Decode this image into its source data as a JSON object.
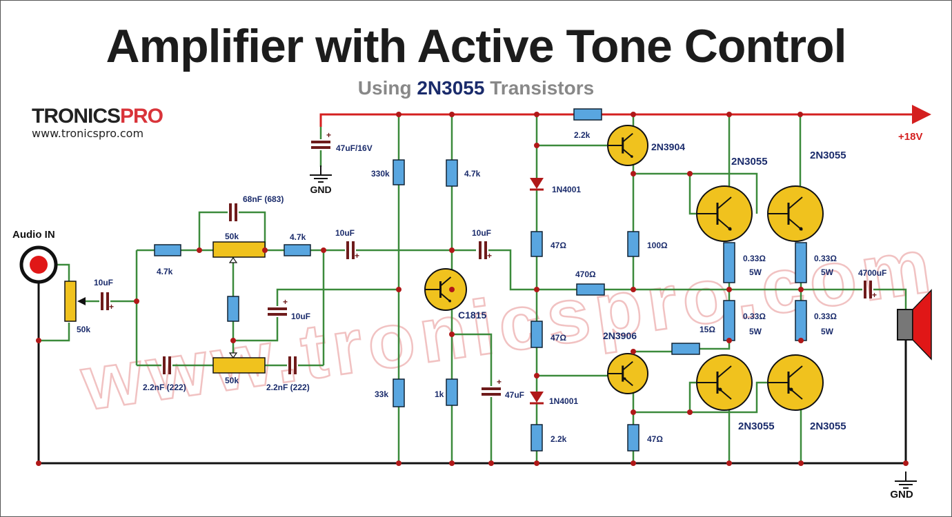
{
  "header": {
    "title": "Amplifier with Active Tone Control",
    "subtitle_prefix": "Using",
    "subtitle_highlight": "2N3055",
    "subtitle_suffix": "Transistors"
  },
  "logo": {
    "brand_main": "TRONICS",
    "brand_accent": "PRO",
    "url": "www.tronicspro.com"
  },
  "watermark": "www.tronicspro.com",
  "labels": {
    "audio_in": "Audio IN",
    "pot_input": "50k",
    "cap_in": "10uF",
    "r_47k_a": "4.7k",
    "cap_68n": "68nF (683)",
    "pot_bass": "50k",
    "r_47k_b": "4.7k",
    "cap_10u_b": "10uF",
    "cap_10u_c": "10uF",
    "cap_10u_mid": "10uF",
    "cap_22n_a": "2.2nF (222)",
    "pot_treble": "50k",
    "cap_22n_b": "2.2nF (222)",
    "cap_47u16": "47uF/16V",
    "gnd_top": "GND",
    "r_330k": "330k",
    "r_47k_c": "4.7k",
    "r_33k": "33k",
    "r_1k": "1k",
    "cap_47u": "47uF",
    "q_c1815": "C1815",
    "r_22k_top": "2.2k",
    "d_top": "1N4001",
    "r_47_a": "47Ω",
    "r_470": "470Ω",
    "r_47_b": "47Ω",
    "d_bot": "1N4001",
    "r_22k_bot": "2.2k",
    "q_2n3904": "2N3904",
    "q_2n3906": "2N3906",
    "r_100": "100Ω",
    "r_15": "15Ω",
    "r_47_c": "47Ω",
    "q_2n3055_1": "2N3055",
    "q_2n3055_2": "2N3055",
    "q_2n3055_3": "2N3055",
    "q_2n3055_4": "2N3055",
    "r_033_1": "0.33Ω",
    "w_1": "5W",
    "r_033_2": "0.33Ω",
    "w_2": "5W",
    "r_033_3": "0.33Ω",
    "w_3": "5W",
    "r_033_4": "0.33Ω",
    "w_4": "5W",
    "cap_out": "4700uF",
    "supply": "+18V",
    "gnd_bottom": "GND"
  },
  "colors": {
    "wire": "#3b8a3b",
    "rail": "#d41f1f",
    "ground_wire": "#111111",
    "resistor": "#59a6e0",
    "transistor": "#f0c21e",
    "pot": "#f0c21e",
    "node": "#b01818",
    "capacitor": "#6e1b1b",
    "label": "#1a2b6b",
    "speaker": "#e01717"
  }
}
